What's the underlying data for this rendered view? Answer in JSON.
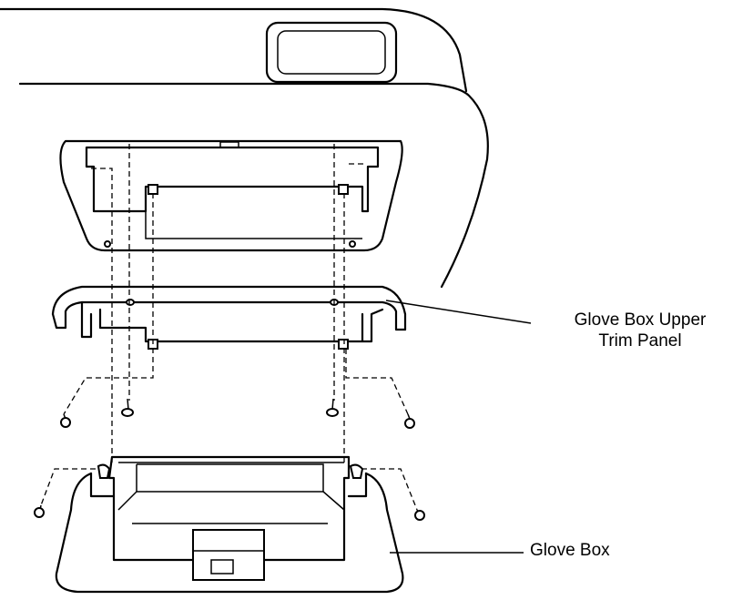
{
  "labels": {
    "upper_trim_panel_line1": "Glove Box Upper",
    "upper_trim_panel_line2": "Trim Panel",
    "glove_box": "Glove Box"
  }
}
